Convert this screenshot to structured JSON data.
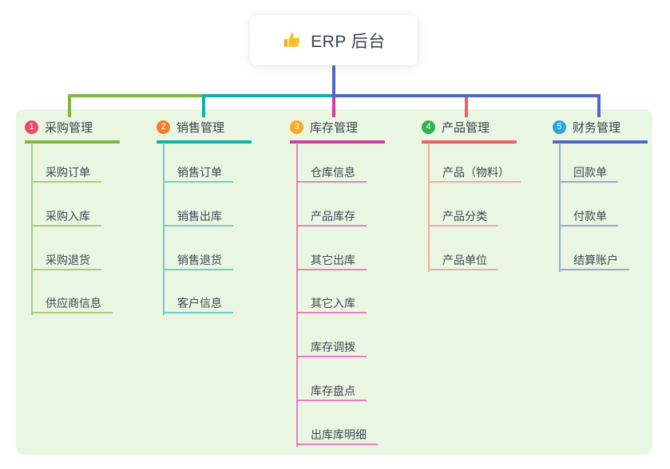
{
  "root": {
    "title": "ERP 后台",
    "icon": "thumbs-up-icon"
  },
  "branches": [
    {
      "number": "1",
      "label": "采购管理",
      "badge_color": "#ef4a63",
      "line_color": "#7eb842",
      "child_line_color": "#a9cd7c",
      "children": [
        "采购订单",
        "采购入库",
        "采购退货",
        "供应商信息"
      ]
    },
    {
      "number": "2",
      "label": "销售管理",
      "badge_color": "#f57e2a",
      "line_color": "#0cb3ab",
      "child_line_color": "#72cfc8",
      "children": [
        "销售订单",
        "销售出库",
        "销售退货",
        "客户信息"
      ]
    },
    {
      "number": "3",
      "label": "库存管理",
      "badge_color": "#f9a822",
      "line_color": "#d23a9f",
      "child_line_color": "#ea7ec2",
      "children": [
        "仓库信息",
        "产品库存",
        "其它出库",
        "其它入库",
        "库存调拨",
        "库存盘点",
        "出库库明细"
      ]
    },
    {
      "number": "4",
      "label": "产品管理",
      "badge_color": "#2fb34f",
      "line_color": "#f05f63",
      "child_line_color": "#f7a6a8",
      "children": [
        "产品（物料）",
        "产品分类",
        "产品单位"
      ]
    },
    {
      "number": "5",
      "label": "财务管理",
      "badge_color": "#28a4e4",
      "line_color": "#4d68c6",
      "child_line_color": "#96a8da",
      "children": [
        "回款单",
        "付款单",
        "结算账户"
      ]
    }
  ],
  "colors": {
    "connector_blue": "#4d68c6",
    "panel_bg": "#e9f6e2",
    "page_bg": "#ffffff",
    "text": "#3d4854",
    "thumb_yellow": "#f7c22e"
  }
}
